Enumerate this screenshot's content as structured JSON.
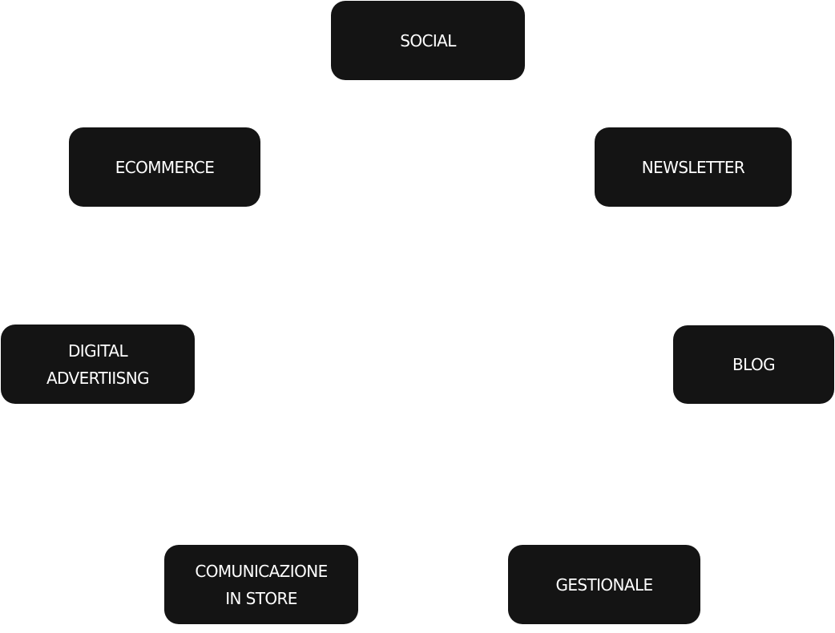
{
  "nodes": {
    "social": "SOCIAL",
    "ecommerce": "ECOMMERCE",
    "newsletter": "NEWSLETTER",
    "digital_advertising": "DIGITAL\nADVERTIISNG",
    "blog": "BLOG",
    "comunicazione_in_store": "COMUNICAZIONE\nIN STORE",
    "gestionale": "GESTIONALE"
  },
  "colors": {
    "node_background": "#141414",
    "node_text": "#ffffff",
    "page_background": "#ffffff"
  }
}
